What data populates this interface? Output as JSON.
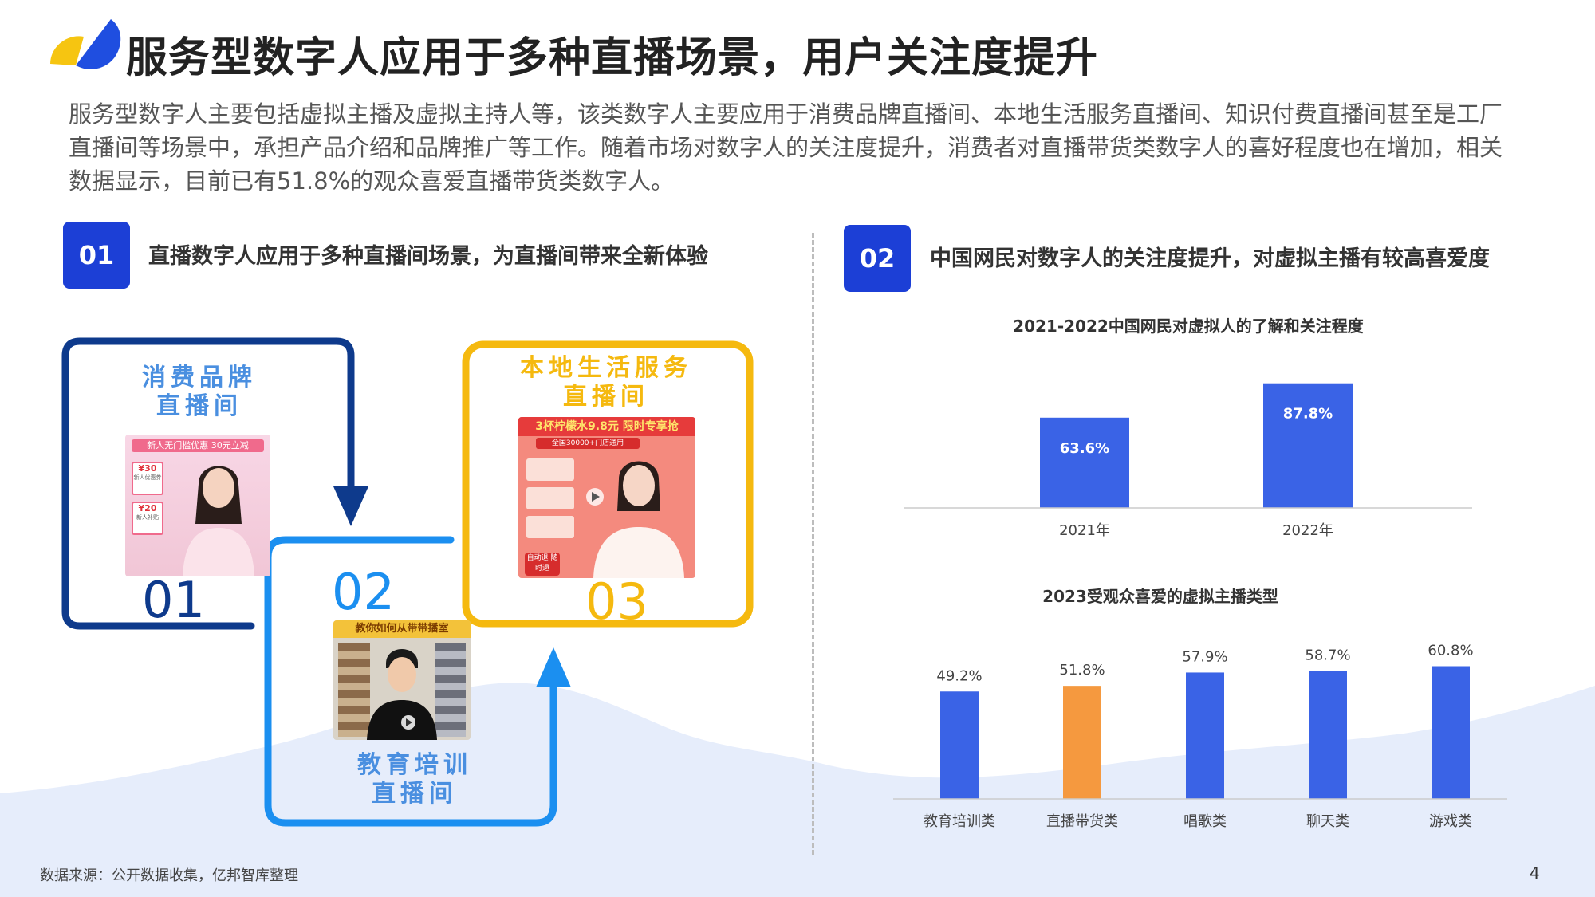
{
  "header": {
    "title": "服务型数字人应用于多种直播场景，用户关注度提升",
    "intro": "服务型数字人主要包括虚拟主播及虚拟主持人等，该类数字人主要应用于消费品牌直播间、本地生活服务直播间、知识付费直播间甚至是工厂直播间等场景中，承担产品介绍和品牌推广等工作。随着市场对数字人的关注度提升，消费者对直播带货类数字人的喜好程度也在增加，相关数据显示，目前已有51.8%的观众喜爱直播带货类数字人。"
  },
  "section1": {
    "badge": "01",
    "title": "直播数字人应用于多种直播间场景，为直播间带来全新体验",
    "scenes": [
      {
        "label_line1": "消费品牌",
        "label_line2": "直播间",
        "number": "01",
        "color": "#0e3a8c",
        "label_color": "#4a8fe0",
        "screen": {
          "banner": "新人无门槛优惠 30元立减",
          "coupon1": "¥30",
          "coupon1_sub": "新人优惠券",
          "coupon2": "¥20",
          "coupon2_sub": "新人补贴"
        }
      },
      {
        "label_line1": "教育培训",
        "label_line2": "直播间",
        "number": "02",
        "color": "#1b8ff0",
        "label_color": "#4a8fe0",
        "screen": {
          "banner": "教你如何从带带播室"
        }
      },
      {
        "label_line1": "本地生活服务",
        "label_line2": "直播间",
        "number": "03",
        "color": "#f5b90f",
        "label_color": "#f5b90f",
        "screen": {
          "banner": "3杯柠檬水9.8元 限时专享抢",
          "sub_banner": "全国30000+门店通用",
          "corner": "自动退 随时退"
        }
      }
    ]
  },
  "section2": {
    "badge": "02",
    "title": "中国网民对数字人的关注度提升，对虚拟主播有较高喜爱度"
  },
  "chart_data": [
    {
      "type": "bar",
      "title": "2021-2022中国网民对虚拟人的了解和关注程度",
      "categories": [
        "2021年",
        "2022年"
      ],
      "values": [
        63.6,
        87.8
      ],
      "value_labels": [
        "63.6%",
        "87.8%"
      ],
      "label_position": "inside",
      "color": "#3a63e6",
      "ylim": [
        0,
        100
      ],
      "grid": false
    },
    {
      "type": "bar",
      "title": "2023受观众喜爱的虚拟主播类型",
      "categories": [
        "教育培训类",
        "直播带货类",
        "唱歌类",
        "聊天类",
        "游戏类"
      ],
      "values": [
        49.2,
        51.8,
        57.9,
        58.7,
        60.8
      ],
      "value_labels": [
        "49.2%",
        "51.8%",
        "57.9%",
        "58.7%",
        "60.8%"
      ],
      "label_position": "above",
      "colors": [
        "#3a63e6",
        "#f5993f",
        "#3a63e6",
        "#3a63e6",
        "#3a63e6"
      ],
      "ylim": [
        0,
        65
      ],
      "grid": false
    }
  ],
  "footer": {
    "source": "数据来源：公开数据收集，亿邦智库整理",
    "page": "4"
  },
  "colors": {
    "brand_blue": "#1c3fd6",
    "accent_orange": "#f5993f",
    "yellow": "#f5b90f",
    "wave": "#e3ebfb"
  }
}
